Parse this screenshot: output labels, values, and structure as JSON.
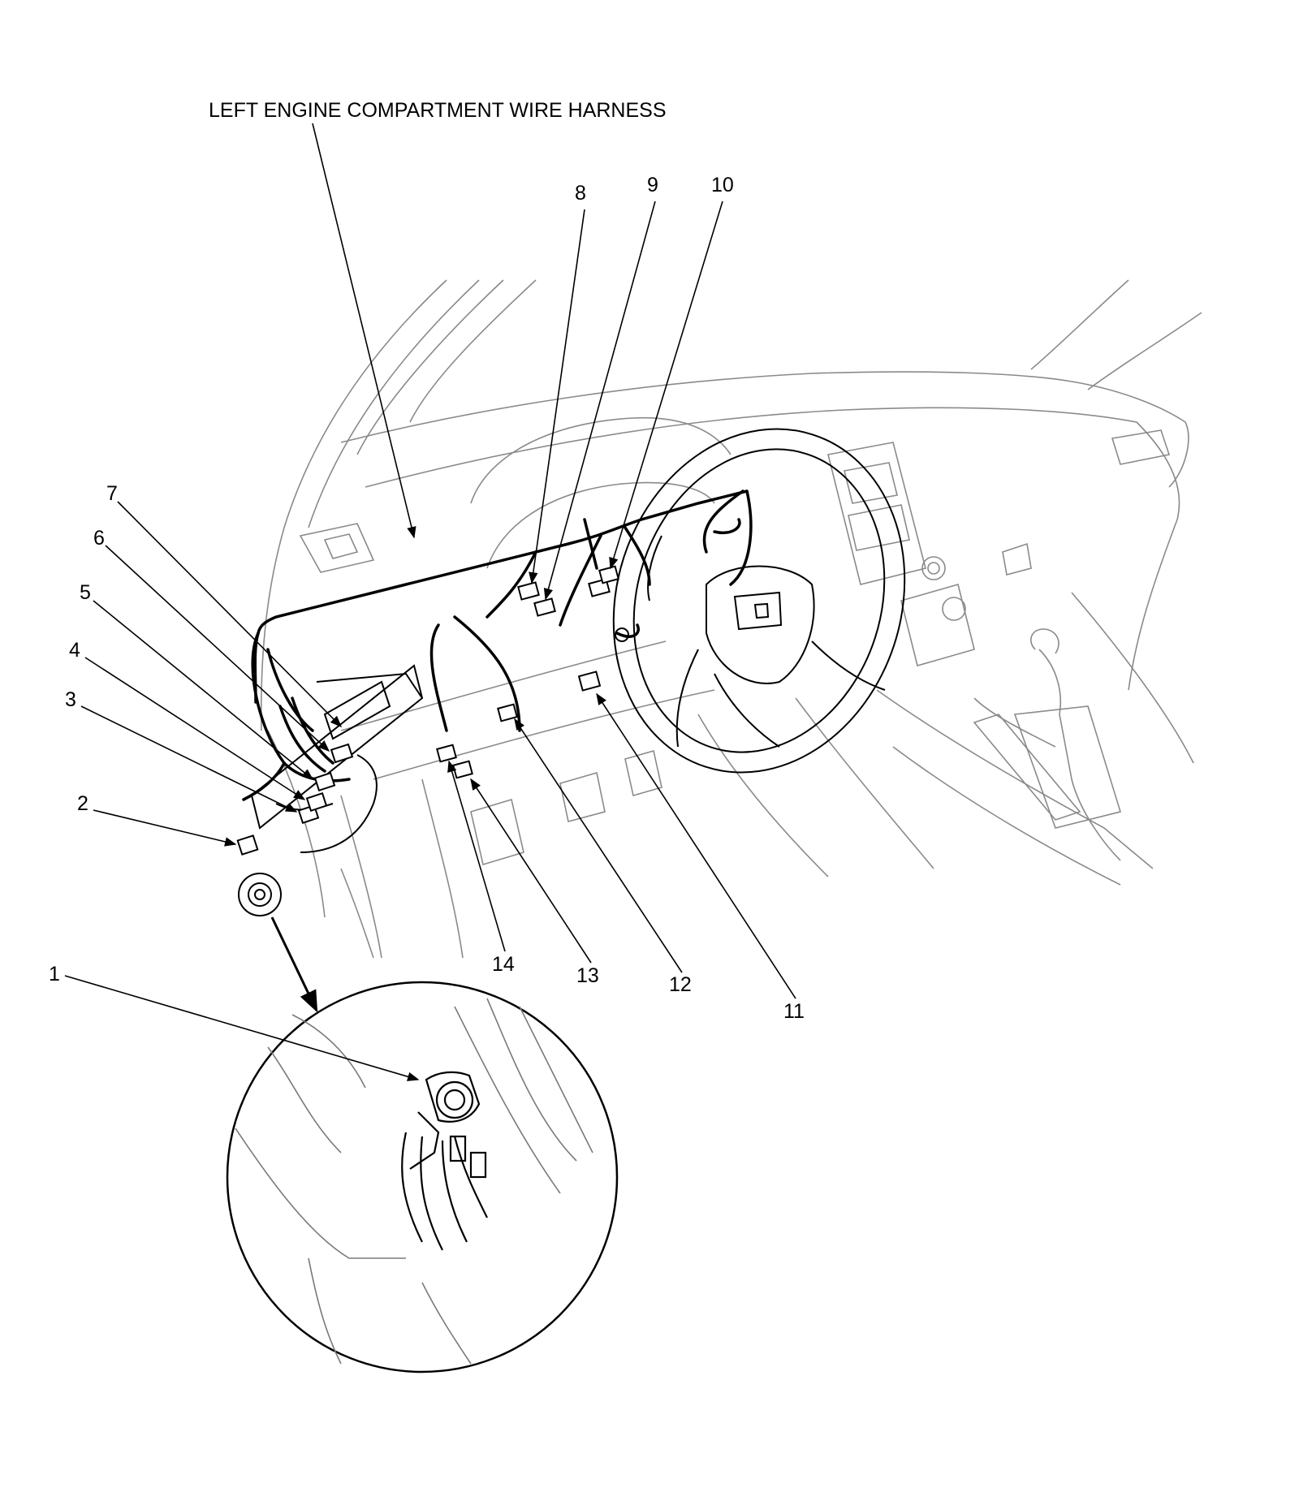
{
  "diagram": {
    "title": "LEFT ENGINE COMPARTMENT WIRE HARNESS",
    "callouts": [
      {
        "id": "1",
        "label": "1"
      },
      {
        "id": "2",
        "label": "2"
      },
      {
        "id": "3",
        "label": "3"
      },
      {
        "id": "4",
        "label": "4"
      },
      {
        "id": "5",
        "label": "5"
      },
      {
        "id": "6",
        "label": "6"
      },
      {
        "id": "7",
        "label": "7"
      },
      {
        "id": "8",
        "label": "8"
      },
      {
        "id": "9",
        "label": "9"
      },
      {
        "id": "10",
        "label": "10"
      },
      {
        "id": "11",
        "label": "11"
      },
      {
        "id": "12",
        "label": "12"
      },
      {
        "id": "13",
        "label": "13"
      },
      {
        "id": "14",
        "label": "14"
      }
    ],
    "colors": {
      "ink": "#000000",
      "light": "#9a9a9a",
      "paper": "#ffffff"
    }
  }
}
